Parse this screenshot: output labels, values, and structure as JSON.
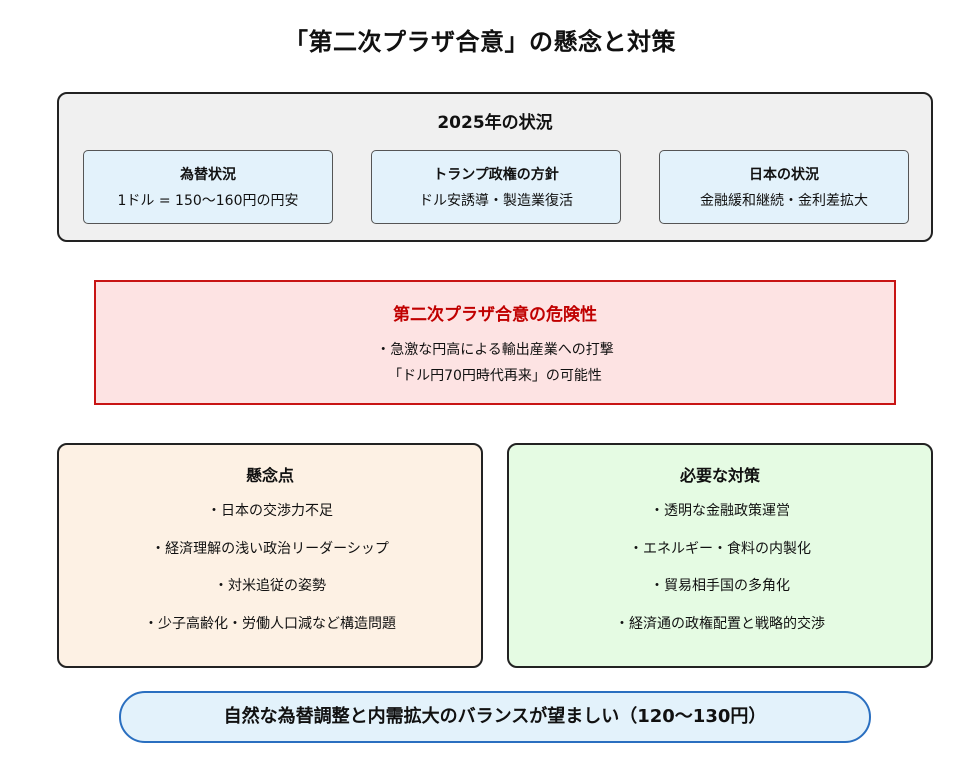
{
  "title": "「第二次プラザ合意」の懸念と対策",
  "situation": {
    "title": "2025年の状況",
    "boxes": [
      {
        "title": "為替状況",
        "text": "1ドル = 150〜160円の円安"
      },
      {
        "title": "トランプ政権の方針",
        "text": "ドル安誘導・製造業復活"
      },
      {
        "title": "日本の状況",
        "text": "金融緩和継続・金利差拡大"
      }
    ]
  },
  "danger": {
    "title": "第二次プラザ合意の危険性",
    "lines": [
      "・急激な円高による輸出産業への打撃",
      "「ドル円70円時代再来」の可能性"
    ]
  },
  "concerns": {
    "title": "懸念点",
    "items": [
      "・日本の交渉力不足",
      "・経済理解の浅い政治リーダーシップ",
      "・対米追従の姿勢",
      "・少子高齢化・労働人口減など構造問題"
    ]
  },
  "measures": {
    "title": "必要な対策",
    "items": [
      "・透明な金融政策運営",
      "・エネルギー・食料の内製化",
      "・貿易相手国の多角化",
      "・経済通の政権配置と戦略的交渉"
    ]
  },
  "conclusion": "自然な為替調整と内需拡大のバランスが望ましい（120〜130円）",
  "colors": {
    "situation_bg": "#f0f0f0",
    "sub_box_bg": "#e3f2fb",
    "danger_bg": "#fde3e3",
    "danger_border": "#c81414",
    "danger_title": "#c00000",
    "concern_bg": "#fdf1e4",
    "measure_bg": "#e5fbe3",
    "conclusion_border": "#2a6fc0"
  }
}
